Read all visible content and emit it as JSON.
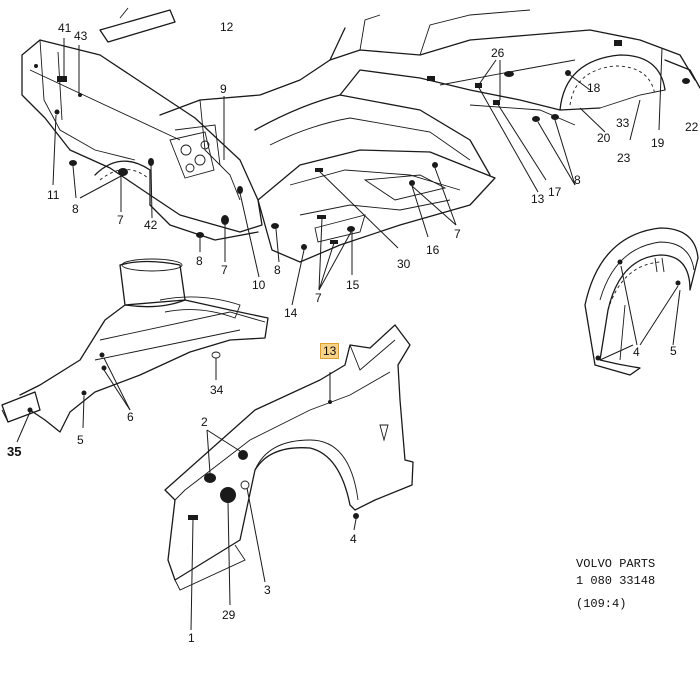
{
  "callouts": [
    {
      "id": "c41",
      "text": "41"
    },
    {
      "id": "c43",
      "text": "43"
    },
    {
      "id": "c12",
      "text": "12"
    },
    {
      "id": "c9",
      "text": "9"
    },
    {
      "id": "c26",
      "text": "26"
    },
    {
      "id": "c18",
      "text": "18"
    },
    {
      "id": "c33",
      "text": "33"
    },
    {
      "id": "c20",
      "text": "20"
    },
    {
      "id": "c19",
      "text": "19"
    },
    {
      "id": "c22",
      "text": "22"
    },
    {
      "id": "c23",
      "text": "23"
    },
    {
      "id": "c8a",
      "text": "8"
    },
    {
      "id": "c17",
      "text": "17"
    },
    {
      "id": "c13a",
      "text": "13"
    },
    {
      "id": "c11",
      "text": "11"
    },
    {
      "id": "c8b",
      "text": "8"
    },
    {
      "id": "c7a",
      "text": "7"
    },
    {
      "id": "c42",
      "text": "42"
    },
    {
      "id": "c8c",
      "text": "8"
    },
    {
      "id": "c7b",
      "text": "7"
    },
    {
      "id": "c10",
      "text": "10"
    },
    {
      "id": "c8d",
      "text": "8"
    },
    {
      "id": "c14",
      "text": "14"
    },
    {
      "id": "c7c",
      "text": "7"
    },
    {
      "id": "c15",
      "text": "15"
    },
    {
      "id": "c30",
      "text": "30"
    },
    {
      "id": "c16",
      "text": "16"
    },
    {
      "id": "c7d",
      "text": "7"
    },
    {
      "id": "c13b",
      "text": "13"
    },
    {
      "id": "c34",
      "text": "34"
    },
    {
      "id": "c6",
      "text": "6"
    },
    {
      "id": "c5a",
      "text": "5"
    },
    {
      "id": "c35",
      "text": "35"
    },
    {
      "id": "c5b",
      "text": "5"
    },
    {
      "id": "c4a",
      "text": "4"
    },
    {
      "id": "c2",
      "text": "2"
    },
    {
      "id": "c3",
      "text": "3"
    },
    {
      "id": "c4b",
      "text": "4"
    },
    {
      "id": "c29",
      "text": "29"
    },
    {
      "id": "c1",
      "text": "1"
    }
  ],
  "doc_info": {
    "brand": "VOLVO PARTS",
    "part_number": "1 080 33148",
    "reference": "(109:4)"
  }
}
